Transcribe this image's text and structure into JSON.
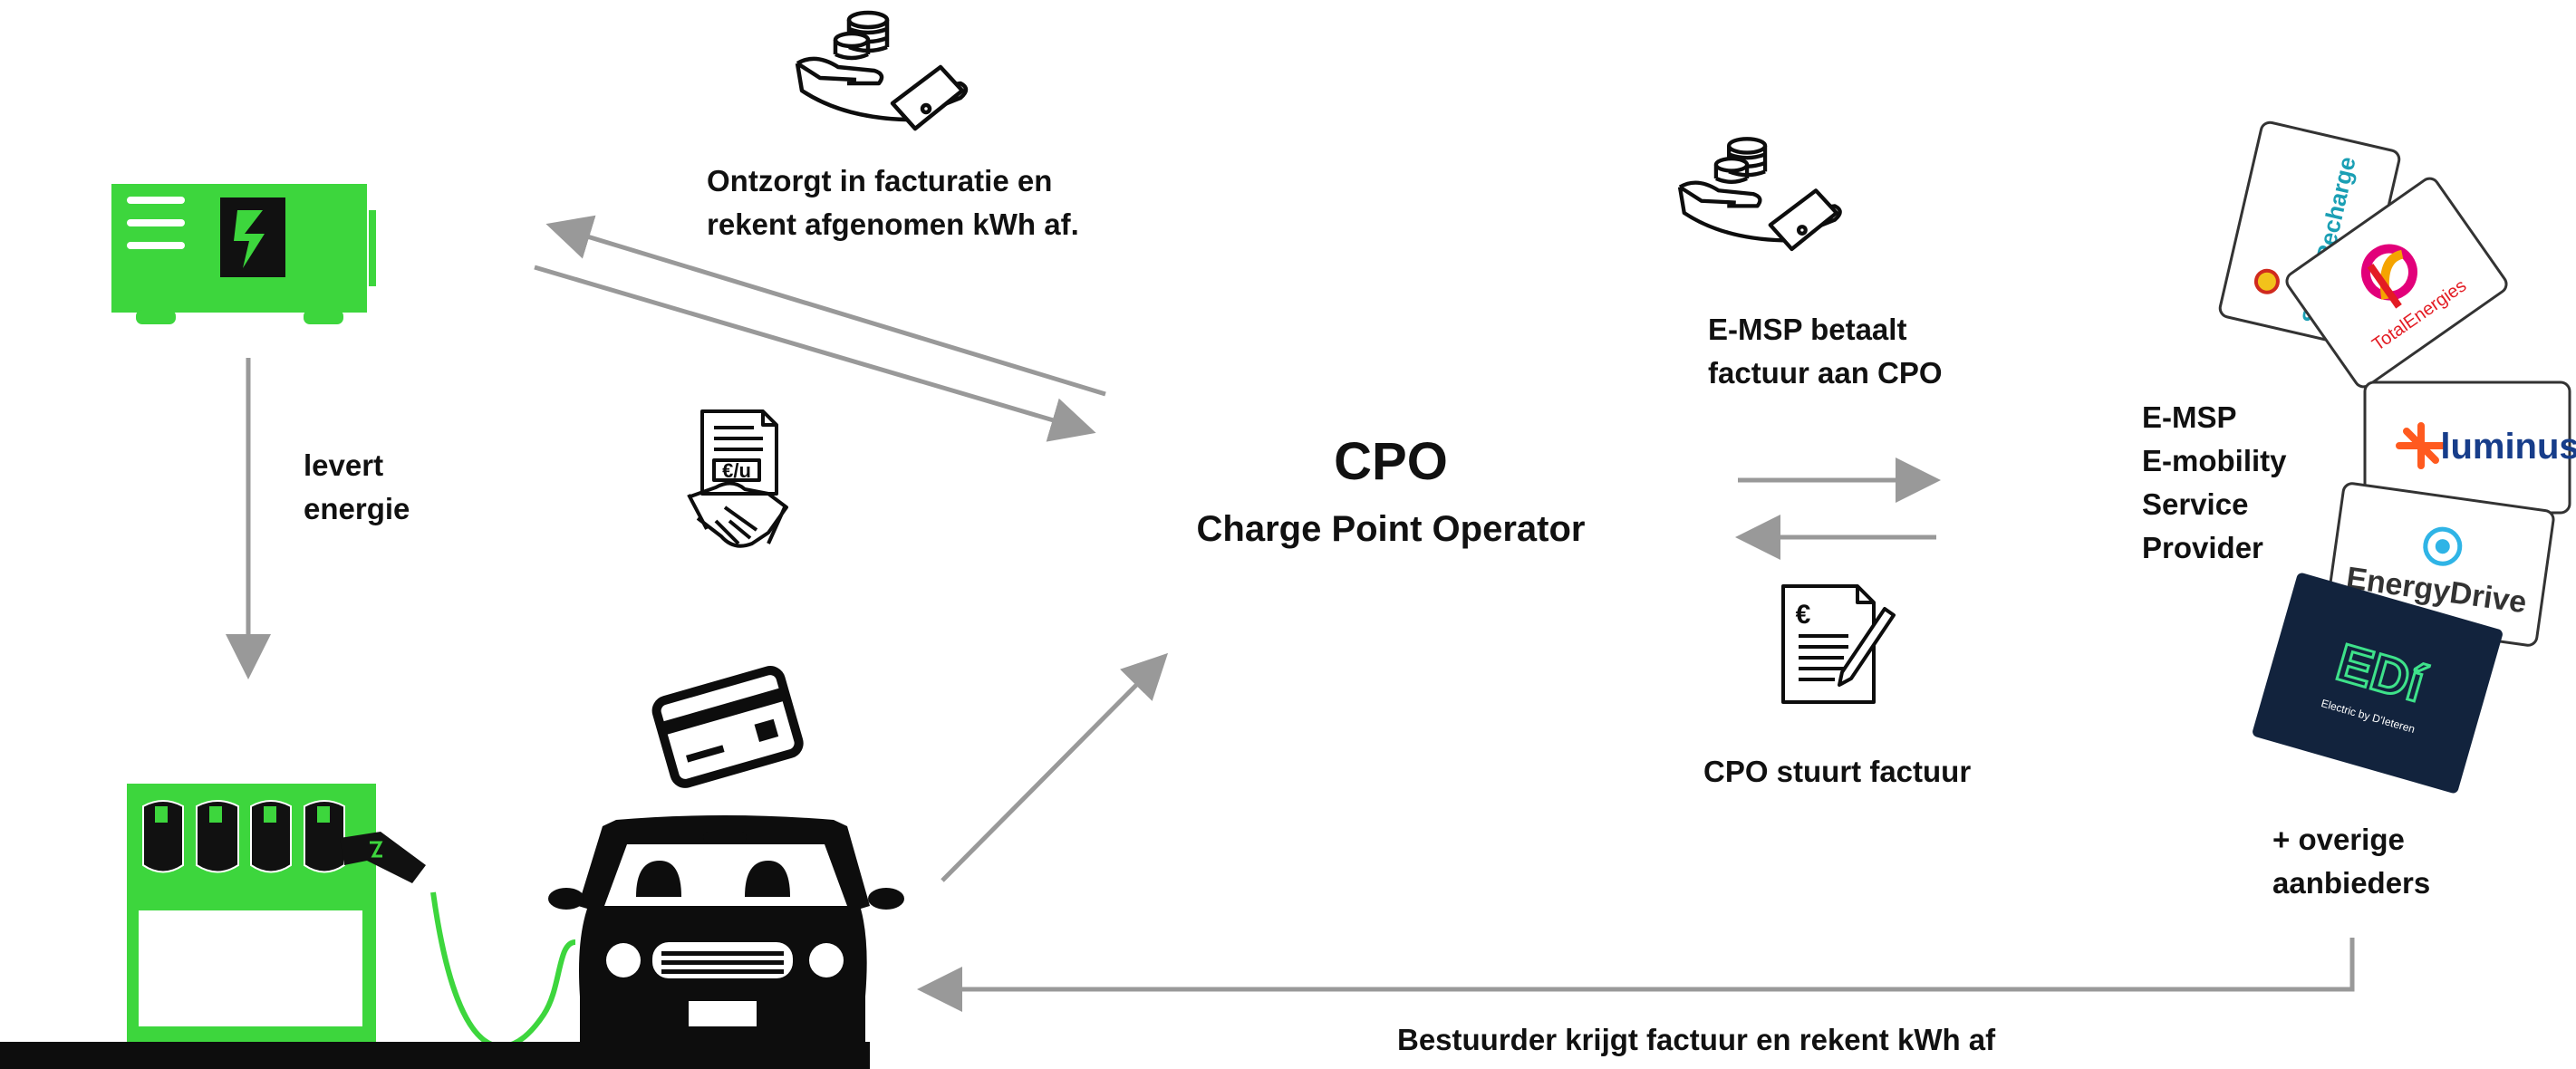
{
  "colors": {
    "green": "#3dd63d",
    "arrow": "#999999",
    "black": "#0d0d0d",
    "navy": "#12233d"
  },
  "labels": {
    "supplier_note": [
      "Ontzorgt in facturatie en",
      "rekent afgenomen kWh af."
    ],
    "supplies_energy": [
      "levert",
      "energie"
    ],
    "cpo_title": "CPO",
    "cpo_subtitle": "Charge Point Operator",
    "emsp_pays": [
      "E-MSP betaalt",
      "factuur aan CPO"
    ],
    "emsp_definition": [
      "E-MSP",
      "E-mobility",
      "Service",
      "Provider"
    ],
    "cpo_sends_invoice": "CPO stuurt factuur",
    "other_providers": [
      "+ overige",
      "aanbieders"
    ],
    "driver_invoice": "Bestuurder krijgt factuur en rekent kWh af",
    "tariff_symbol": "€/u",
    "euro_symbol": "€"
  },
  "providers": [
    {
      "name": "Shell Recharge",
      "logo_text": "Shell Recharge"
    },
    {
      "name": "TotalEnergies",
      "logo_text": "TotalEnergies"
    },
    {
      "name": "luminus",
      "logo_text": "luminus"
    },
    {
      "name": "EnergyDrive",
      "logo_text": "EnergyDrive"
    },
    {
      "name": "EDI",
      "logo_text": "EDí",
      "tagline": "Electric by D'Ieteren"
    }
  ],
  "icons": [
    "hand-coins-icon",
    "hand-coins-icon",
    "contract-handshake-icon",
    "invoice-pen-icon",
    "credit-card-icon",
    "energy-meter-icon",
    "charging-station-icon",
    "car-icon"
  ]
}
